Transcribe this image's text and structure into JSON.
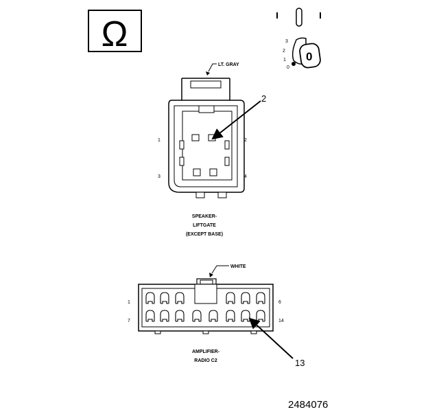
{
  "ohm_symbol": "Ω",
  "ignition_switch": {
    "positions": [
      "3",
      "2",
      "1",
      "0"
    ],
    "key_label": "0"
  },
  "speaker_connector": {
    "wire_color": "LT. GRAY",
    "callout": "2",
    "pins": [
      "1",
      "2",
      "3",
      "4"
    ],
    "caption": [
      "SPEAKER-",
      "LIFTGATE",
      "(EXCEPT BASE)"
    ]
  },
  "amplifier_connector": {
    "wire_color": "WHITE",
    "callout": "13",
    "pins": [
      "1",
      "6",
      "7",
      "14"
    ],
    "caption": [
      "AMPLIFIER-",
      "RADIO C2"
    ]
  },
  "figure_number": "2484076"
}
